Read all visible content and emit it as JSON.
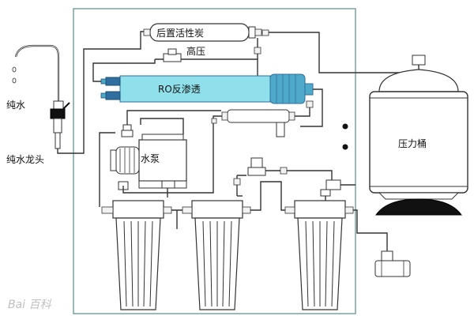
{
  "labels": {
    "post_carbon": "后置活性炭",
    "high_pressure": "高压",
    "ro_membrane": "RO反渗透",
    "pure_water": "纯水",
    "pure_water_faucet": "纯水龙头",
    "water_pump": "水泵",
    "pressure_tank": "压力桶"
  },
  "watermark": {
    "text": "Bai 百科"
  },
  "colors": {
    "ro_membrane_fill": "#8fe0ea",
    "ro_membrane_cap": "#4fa9c8",
    "ro_membrane_fitting": "#2f6fa0",
    "line": "#333333",
    "frame": "#5a8a8a"
  }
}
